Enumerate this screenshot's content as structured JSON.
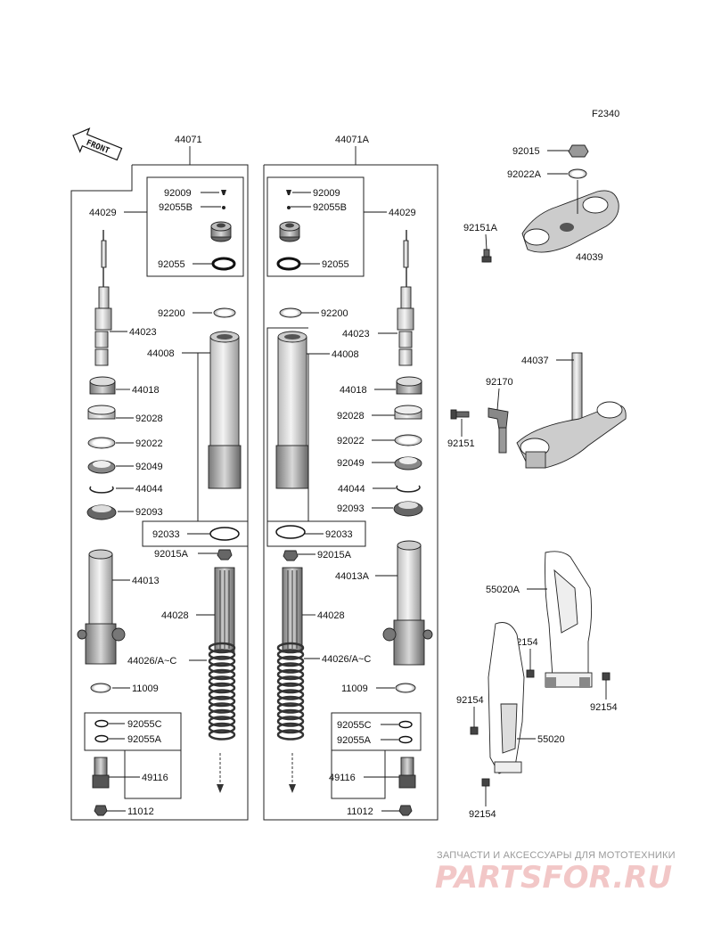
{
  "diagram_id": "F2340",
  "front_label": "FRONT",
  "left_assembly": "44071",
  "right_assembly": "44071A",
  "parts": {
    "p92009": "92009",
    "p92055B": "92055B",
    "p44029": "44029",
    "p92055": "92055",
    "p92200": "92200",
    "p44023": "44023",
    "p44008": "44008",
    "p44018": "44018",
    "p92028": "92028",
    "p92022": "92022",
    "p92049": "92049",
    "p44044": "44044",
    "p92093": "92093",
    "p92033": "92033",
    "p92015A": "92015A",
    "p44013": "44013",
    "p44013A": "44013A",
    "p44028": "44028",
    "p44026": "44026/A~C",
    "p11009": "11009",
    "p92055C": "92055C",
    "p92055A": "92055A",
    "p49116": "49116",
    "p11012": "11012",
    "p92015": "92015",
    "p92022A": "92022A",
    "p92151A": "92151A",
    "p44039": "44039",
    "p44037": "44037",
    "p92170": "92170",
    "p92151": "92151",
    "p55020A": "55020A",
    "p92154": "92154",
    "p55020": "55020"
  },
  "watermark": {
    "tagline": "ЗАПЧАСТИ И АКСЕССУАРЫ ДЛЯ МОТОТЕХНИКИ",
    "logo": "PARTSFOR.RU"
  }
}
